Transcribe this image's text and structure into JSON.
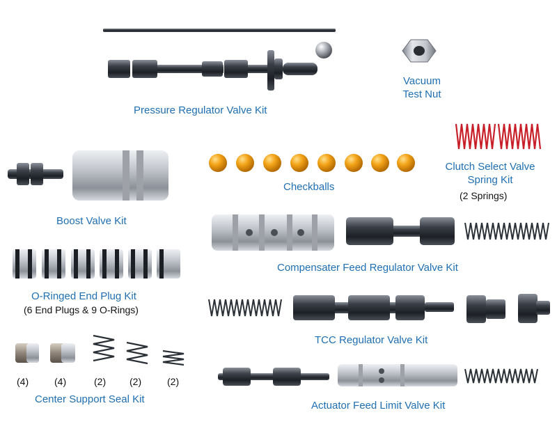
{
  "labels": {
    "pressure_regulator": "Pressure Regulator Valve Kit",
    "vacuum_line1": "Vacuum",
    "vacuum_line2": "Test Nut",
    "clutch_line1": "Clutch Select Valve",
    "clutch_line2": "Spring Kit",
    "clutch_sub": "(2 Springs)",
    "checkballs": "Checkballs",
    "boost": "Boost Valve Kit",
    "compensater": "Compensater Feed Regulator Valve Kit",
    "oringed": "O-Ringed End Plug Kit",
    "oringed_sub": "(6 End Plugs & 9 O-Rings)",
    "tcc": "TCC Regulator Valve Kit",
    "center_support": "Center Support Seal Kit",
    "actuator": "Actuator Feed Limit Valve Kit"
  },
  "center_support_qty": [
    "(4)",
    "(4)",
    "(2)",
    "(2)",
    "(2)"
  ],
  "colors": {
    "label_blue": "#1f6fb2",
    "checkball_orange": "#f0a010",
    "spring_red": "#c8202a",
    "metal_dark": "#2b2f36",
    "metal_silver": "#c9ccd2"
  }
}
